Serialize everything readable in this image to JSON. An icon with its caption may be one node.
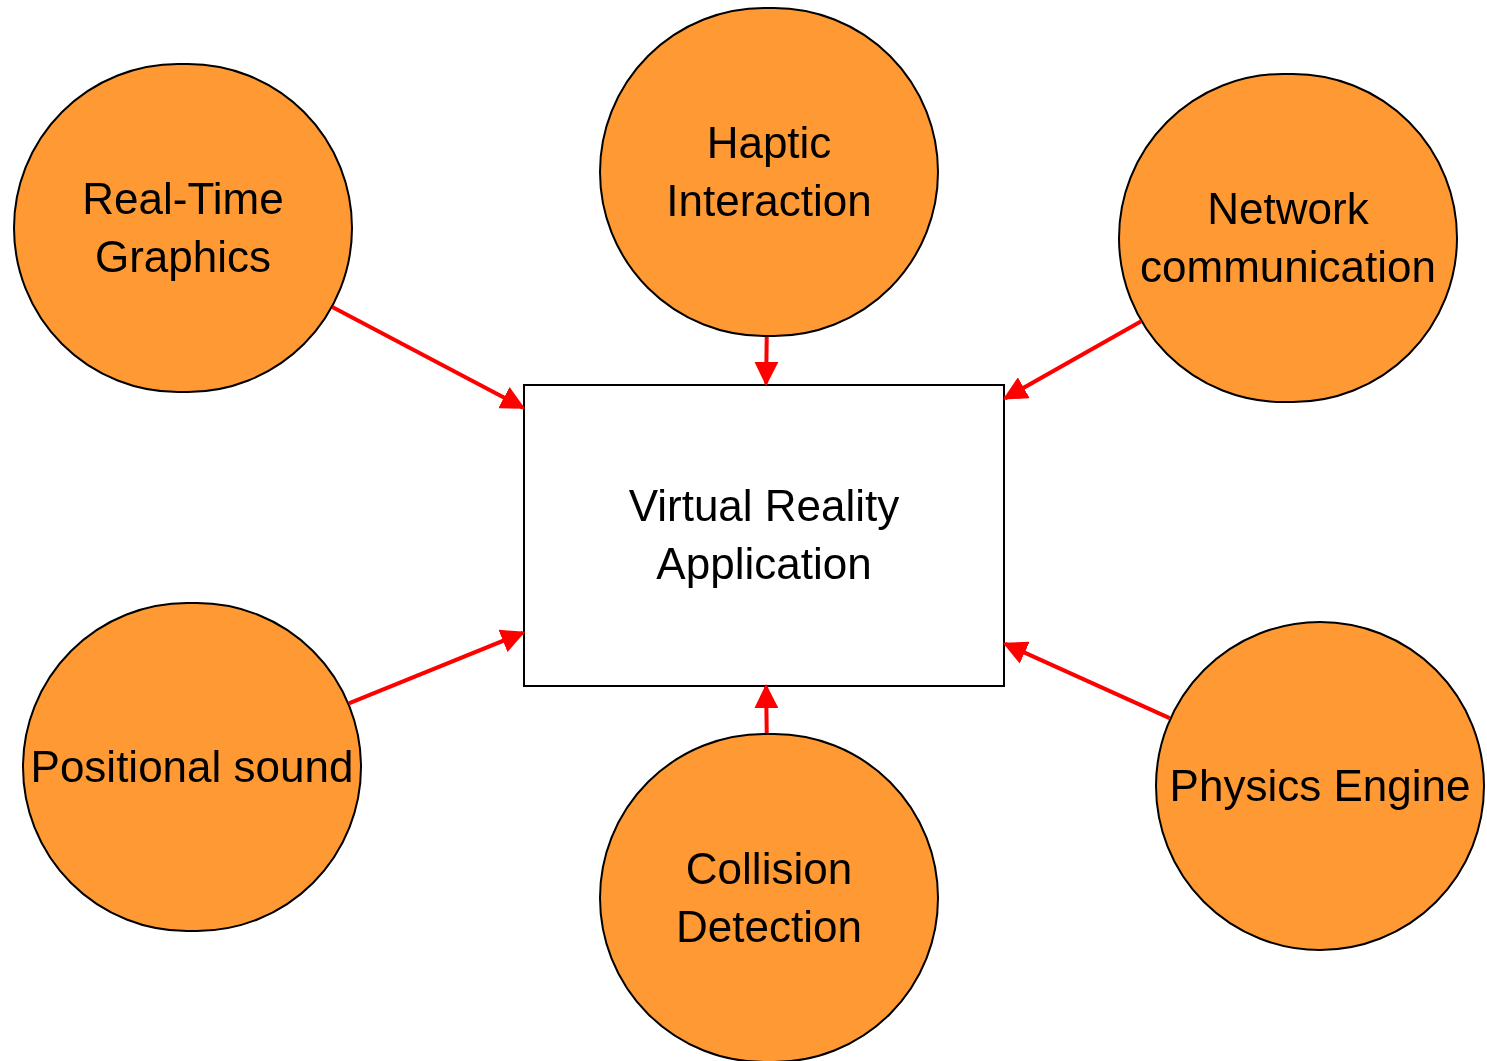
{
  "diagram": {
    "nodes": [
      {
        "text": [
          "Real-Time Graphics"
        ]
      },
      {
        "text": [
          "Haptic Interaction"
        ]
      },
      {
        "text": [
          "Network communication"
        ]
      },
      {
        "text": [
          "Virtual Reality Application"
        ]
      },
      {
        "text": [
          "Positional sound"
        ]
      },
      {
        "text": [
          "Collision Detection"
        ]
      },
      {
        "text": [
          "Physics Engine"
        ]
      }
    ],
    "edges": [
      {
        "from": 0,
        "to": 3,
        "arrow": "to"
      },
      {
        "from": 1,
        "to": 3,
        "arrow": "to"
      },
      {
        "from": 2,
        "to": 3,
        "arrow": "to"
      },
      {
        "from": 4,
        "to": 3,
        "arrow": "to"
      },
      {
        "from": 5,
        "to": 3,
        "arrow": "to"
      },
      {
        "from": 6,
        "to": 3,
        "arrow": "to"
      }
    ]
  }
}
